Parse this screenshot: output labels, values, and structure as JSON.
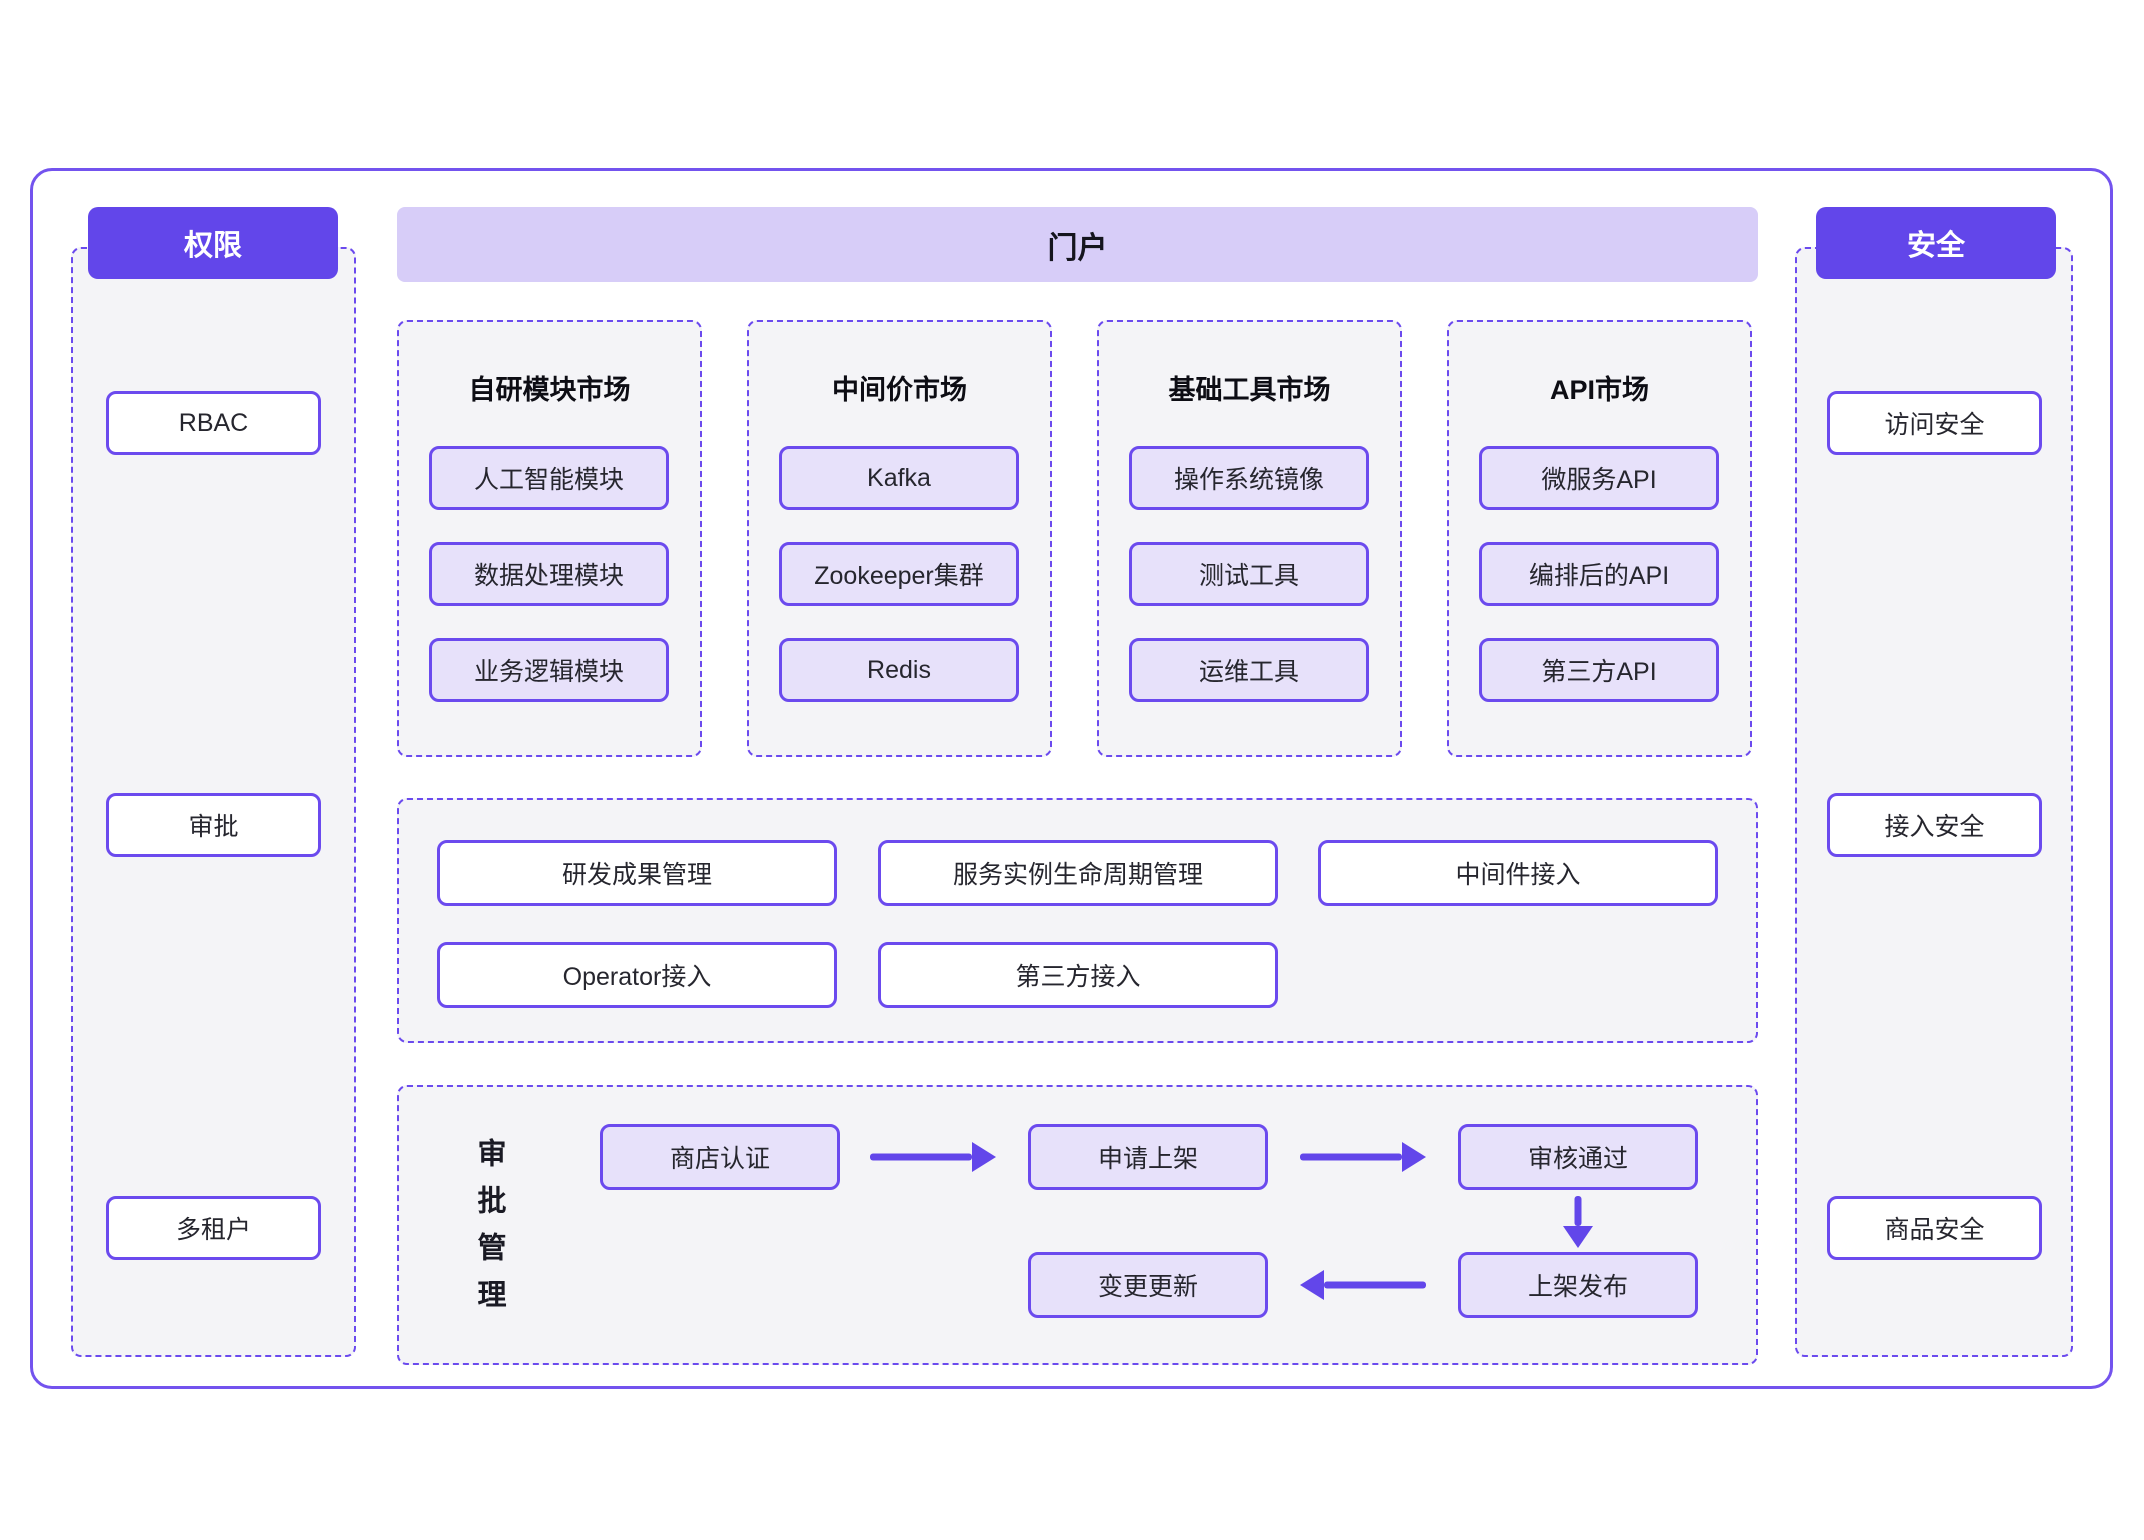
{
  "colors": {
    "accent_purple": "#6246ea",
    "outer_frame_border": "#7353ee",
    "banner_lavender": "#d7cdf8",
    "box_lavender_fill": "#e7e1fa",
    "panel_background": "#f4f4f7",
    "header_text": "#ffffff",
    "body_text": "#26262e"
  },
  "permissions": {
    "header": "权限",
    "items": [
      "RBAC",
      "审批",
      "多租户"
    ]
  },
  "portal": {
    "title": "门户"
  },
  "markets": [
    {
      "title": "自研模块市场",
      "items": [
        "人工智能模块",
        "数据处理模块",
        "业务逻辑模块"
      ]
    },
    {
      "title": "中间价市场",
      "items": [
        "Kafka",
        "Zookeeper集群",
        "Redis"
      ]
    },
    {
      "title": "基础工具市场",
      "items": [
        "操作系统镜像",
        "测试工具",
        "运维工具"
      ]
    },
    {
      "title": "API市场",
      "items": [
        "微服务API",
        "编排后的API",
        "第三方API"
      ]
    }
  ],
  "management": {
    "row1": [
      "研发成果管理",
      "服务实例生命周期管理",
      "中间件接入"
    ],
    "row2": [
      "Operator接入",
      "第三方接入"
    ]
  },
  "approval": {
    "label": "审批管理",
    "steps": [
      "商店认证",
      "申请上架",
      "审核通过",
      "上架发布",
      "变更更新"
    ]
  },
  "security": {
    "header": "安全",
    "items": [
      "访问安全",
      "接入安全",
      "商品安全"
    ]
  }
}
